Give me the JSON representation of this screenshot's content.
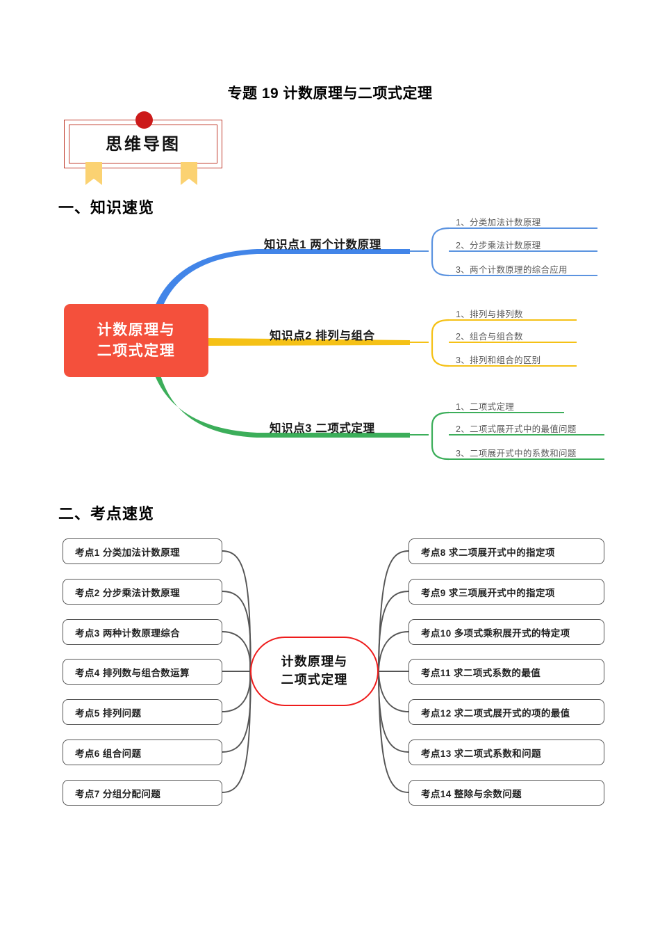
{
  "document": {
    "title": "专题 19  计数原理与二项式定理"
  },
  "badge": {
    "label": "思维导图",
    "border_color": "#C0392B",
    "dot_color": "#CC1A1A",
    "ribbon_color": "#FBD272"
  },
  "sections": {
    "knowledge": {
      "heading": "一、知识速览"
    },
    "exam": {
      "heading": "二、考点速览"
    }
  },
  "knowledge_map": {
    "center": {
      "line1": "计数原理与",
      "line2": "二项式定理",
      "color": "#F4503C"
    },
    "branches": [
      {
        "label": "知识点1  两个计数原理",
        "color": "#4285E8",
        "items": [
          "1、分类加法计数原理",
          "2、分步乘法计数原理",
          "3、两个计数原理的综合应用"
        ]
      },
      {
        "label": "知识点2  排列与组合",
        "color": "#F5C116",
        "items": [
          "1、排列与排列数",
          "2、组合与组合数",
          "3、排列和组合的区别"
        ]
      },
      {
        "label": "知识点3  二项式定理",
        "color": "#3CAE5A",
        "items": [
          "1、二项式定理",
          "2、二项式展开式中的最值问题",
          "3、二项展开式中的系数和问题"
        ]
      }
    ]
  },
  "exam_map": {
    "center": {
      "line1": "计数原理与",
      "line2": "二项式定理",
      "border_color": "#EE1C1C"
    },
    "left_items": [
      "考点1  分类加法计数原理",
      "考点2  分步乘法计数原理",
      "考点3  两种计数原理综合",
      "考点4  排列数与组合数运算",
      "考点5  排列问题",
      "考点6  组合问题",
      "考点7   分组分配问题"
    ],
    "right_items": [
      "考点8  求二项展开式中的指定项",
      "考点9  求三项展开式中的指定项",
      "考点10  多项式乘积展开式的特定项",
      "考点11  求二项式系数的最值",
      "考点12  求二项式展开式的项的最值",
      "考点13  求二项式系数和问题",
      "考点14  整除与余数问题"
    ]
  }
}
